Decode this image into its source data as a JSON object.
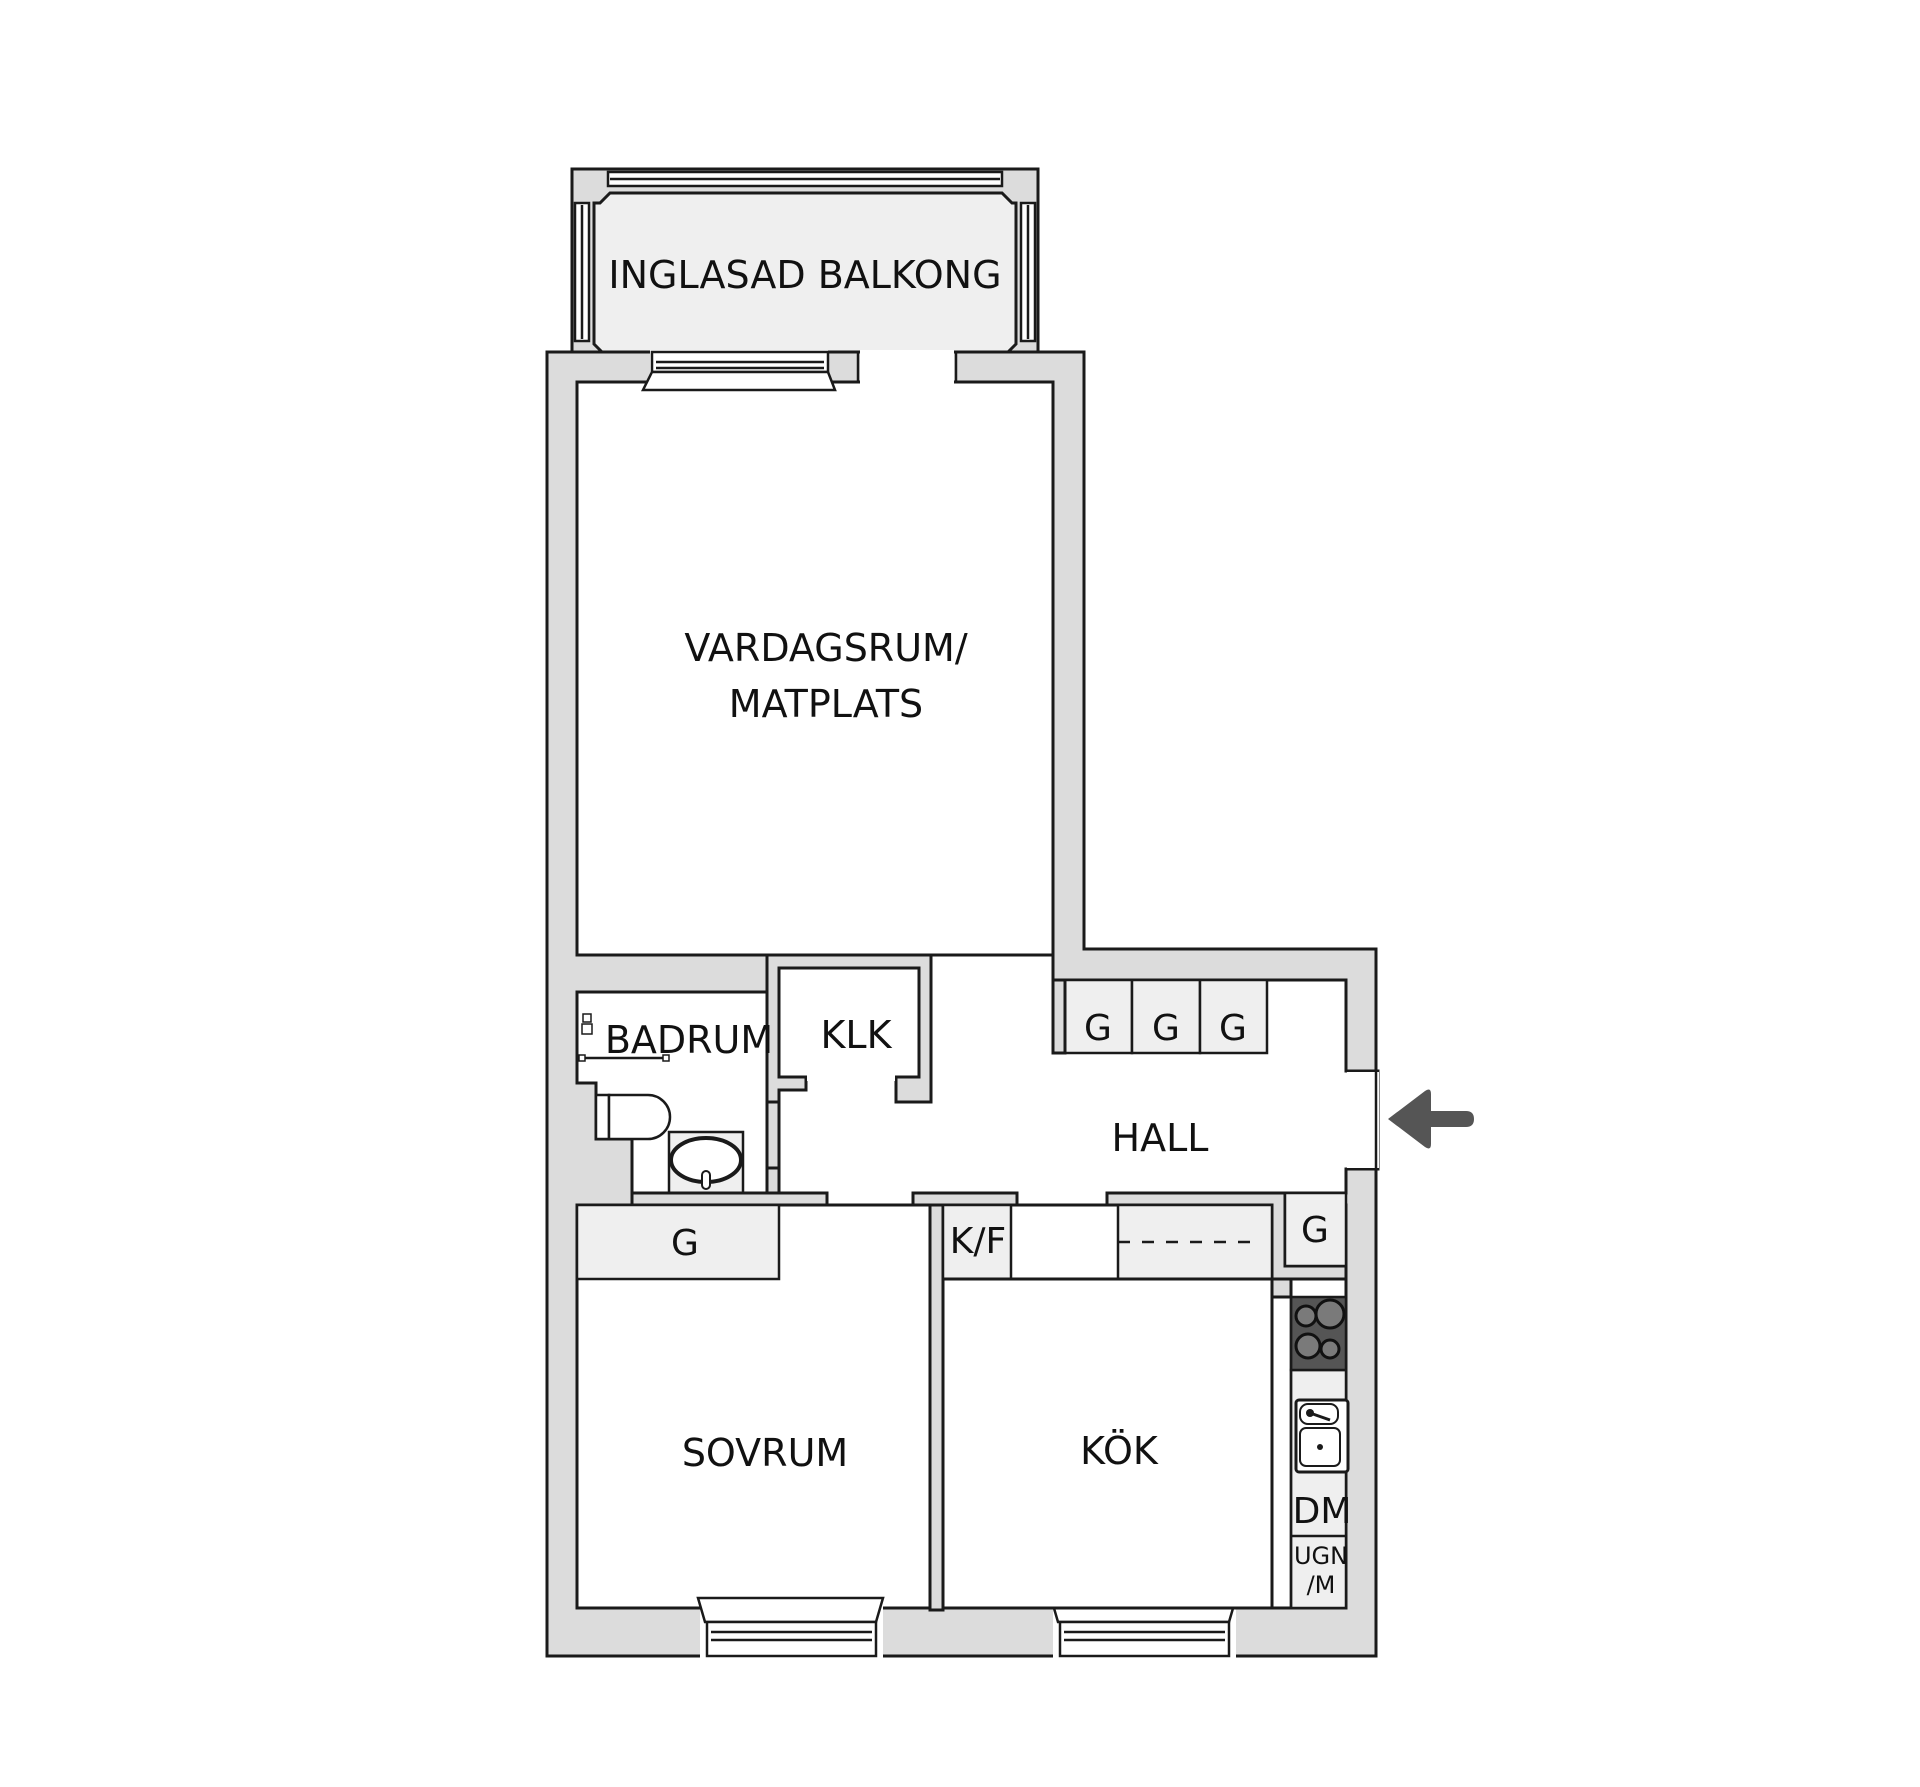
{
  "plan": {
    "rooms": {
      "balcony": "INGLASAD BALKONG",
      "living_line1": "VARDAGSRUM/",
      "living_line2": "MATPLATS",
      "bathroom": "BADRUM",
      "walk_in_closet": "KLK",
      "hall": "HALL",
      "bedroom": "SOVRUM",
      "kitchen": "KÖK"
    },
    "fixtures": {
      "wardrobe_hall_1": "G",
      "wardrobe_hall_2": "G",
      "wardrobe_hall_3": "G",
      "wardrobe_hall_4": "G",
      "wardrobe_bedroom": "G",
      "fridge_freezer": "K/F",
      "dishwasher": "DM",
      "oven_microwave_line1": "UGN",
      "oven_microwave_line2": "/M"
    },
    "entrance_arrow": "entrance-arrow",
    "colors": {
      "wall": "#dcdcdc",
      "cabinet": "#efefef",
      "stove": "#555555",
      "arrow": "#555555",
      "outline": "#1a1a1a"
    }
  }
}
